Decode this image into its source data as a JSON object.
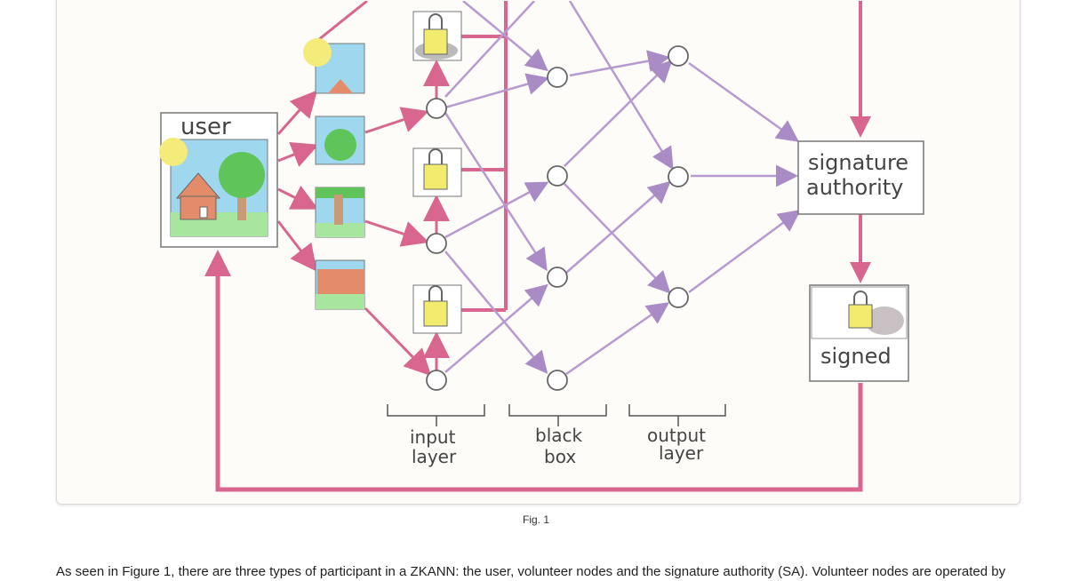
{
  "figure": {
    "labels": {
      "user": "user",
      "signature_authority_line1": "signature",
      "signature_authority_line2": "authority",
      "signed": "signed",
      "input_layer_line1": "input",
      "input_layer_line2": "layer",
      "black_box_line1": "black",
      "black_box_line2": "box",
      "output_layer_line1": "output",
      "output_layer_line2": "layer"
    },
    "colors": {
      "pink_arrow": "#d9668f",
      "purple_arrow": "#b79ad0",
      "sky": "#9fd8ee",
      "grass": "#a8e6a0",
      "tree": "#5fc45a",
      "house": "#e48c6a",
      "sun": "#f3ec7a",
      "lock": "#f2ec6e"
    }
  },
  "caption": "Fig. 1",
  "paragraph": "As seen in Figure 1, there are three types of participant in a ZKANN: the user, volunteer nodes and the signature authority (SA). Volunteer nodes are operated by"
}
